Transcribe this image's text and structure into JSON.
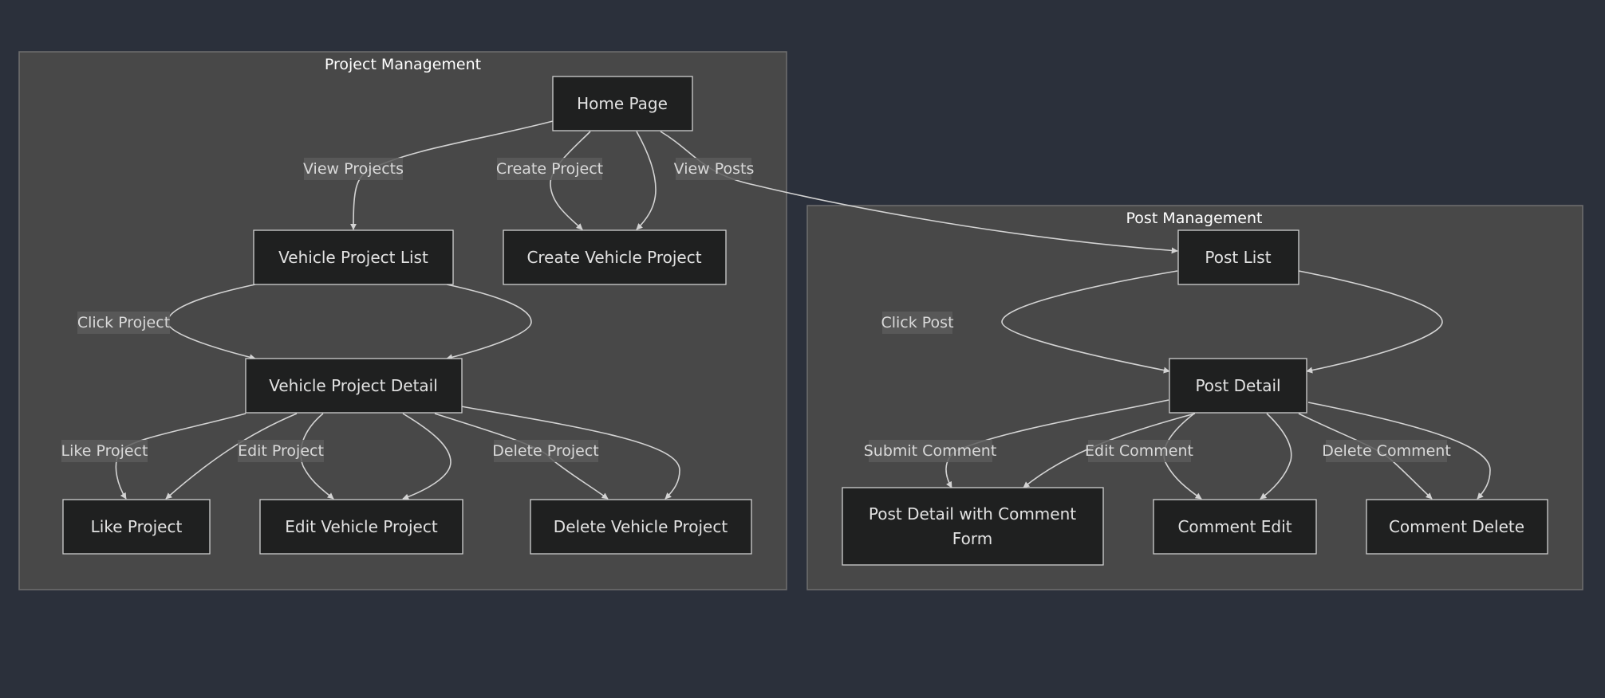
{
  "clusters": {
    "project": {
      "title": "Project Management"
    },
    "post": {
      "title": "Post Management"
    }
  },
  "nodes": {
    "home": "Home Page",
    "vpl": "Vehicle Project List",
    "cvp": "Create Vehicle Project",
    "vpd": "Vehicle Project Detail",
    "like": "Like Project",
    "evp": "Edit Vehicle Project",
    "dvp": "Delete Vehicle Project",
    "pl": "Post List",
    "pd": "Post Detail",
    "pdcf_1": "Post Detail with Comment",
    "pdcf_2": "Form",
    "ce": "Comment Edit",
    "cd": "Comment Delete"
  },
  "edge_labels": {
    "view_projects": "View Projects",
    "create_project": "Create Project",
    "view_posts": "View Posts",
    "click_project": "Click Project",
    "like_project": "Like Project",
    "edit_project": "Edit Project",
    "delete_project": "Delete Project",
    "click_post": "Click Post",
    "submit_comment": "Submit Comment",
    "edit_comment": "Edit Comment",
    "delete_comment": "Delete Comment"
  },
  "colors": {
    "background": "#2b303b",
    "cluster_fill": "#484848",
    "node_fill": "#1f2020",
    "edge": "#d3d3d3"
  }
}
